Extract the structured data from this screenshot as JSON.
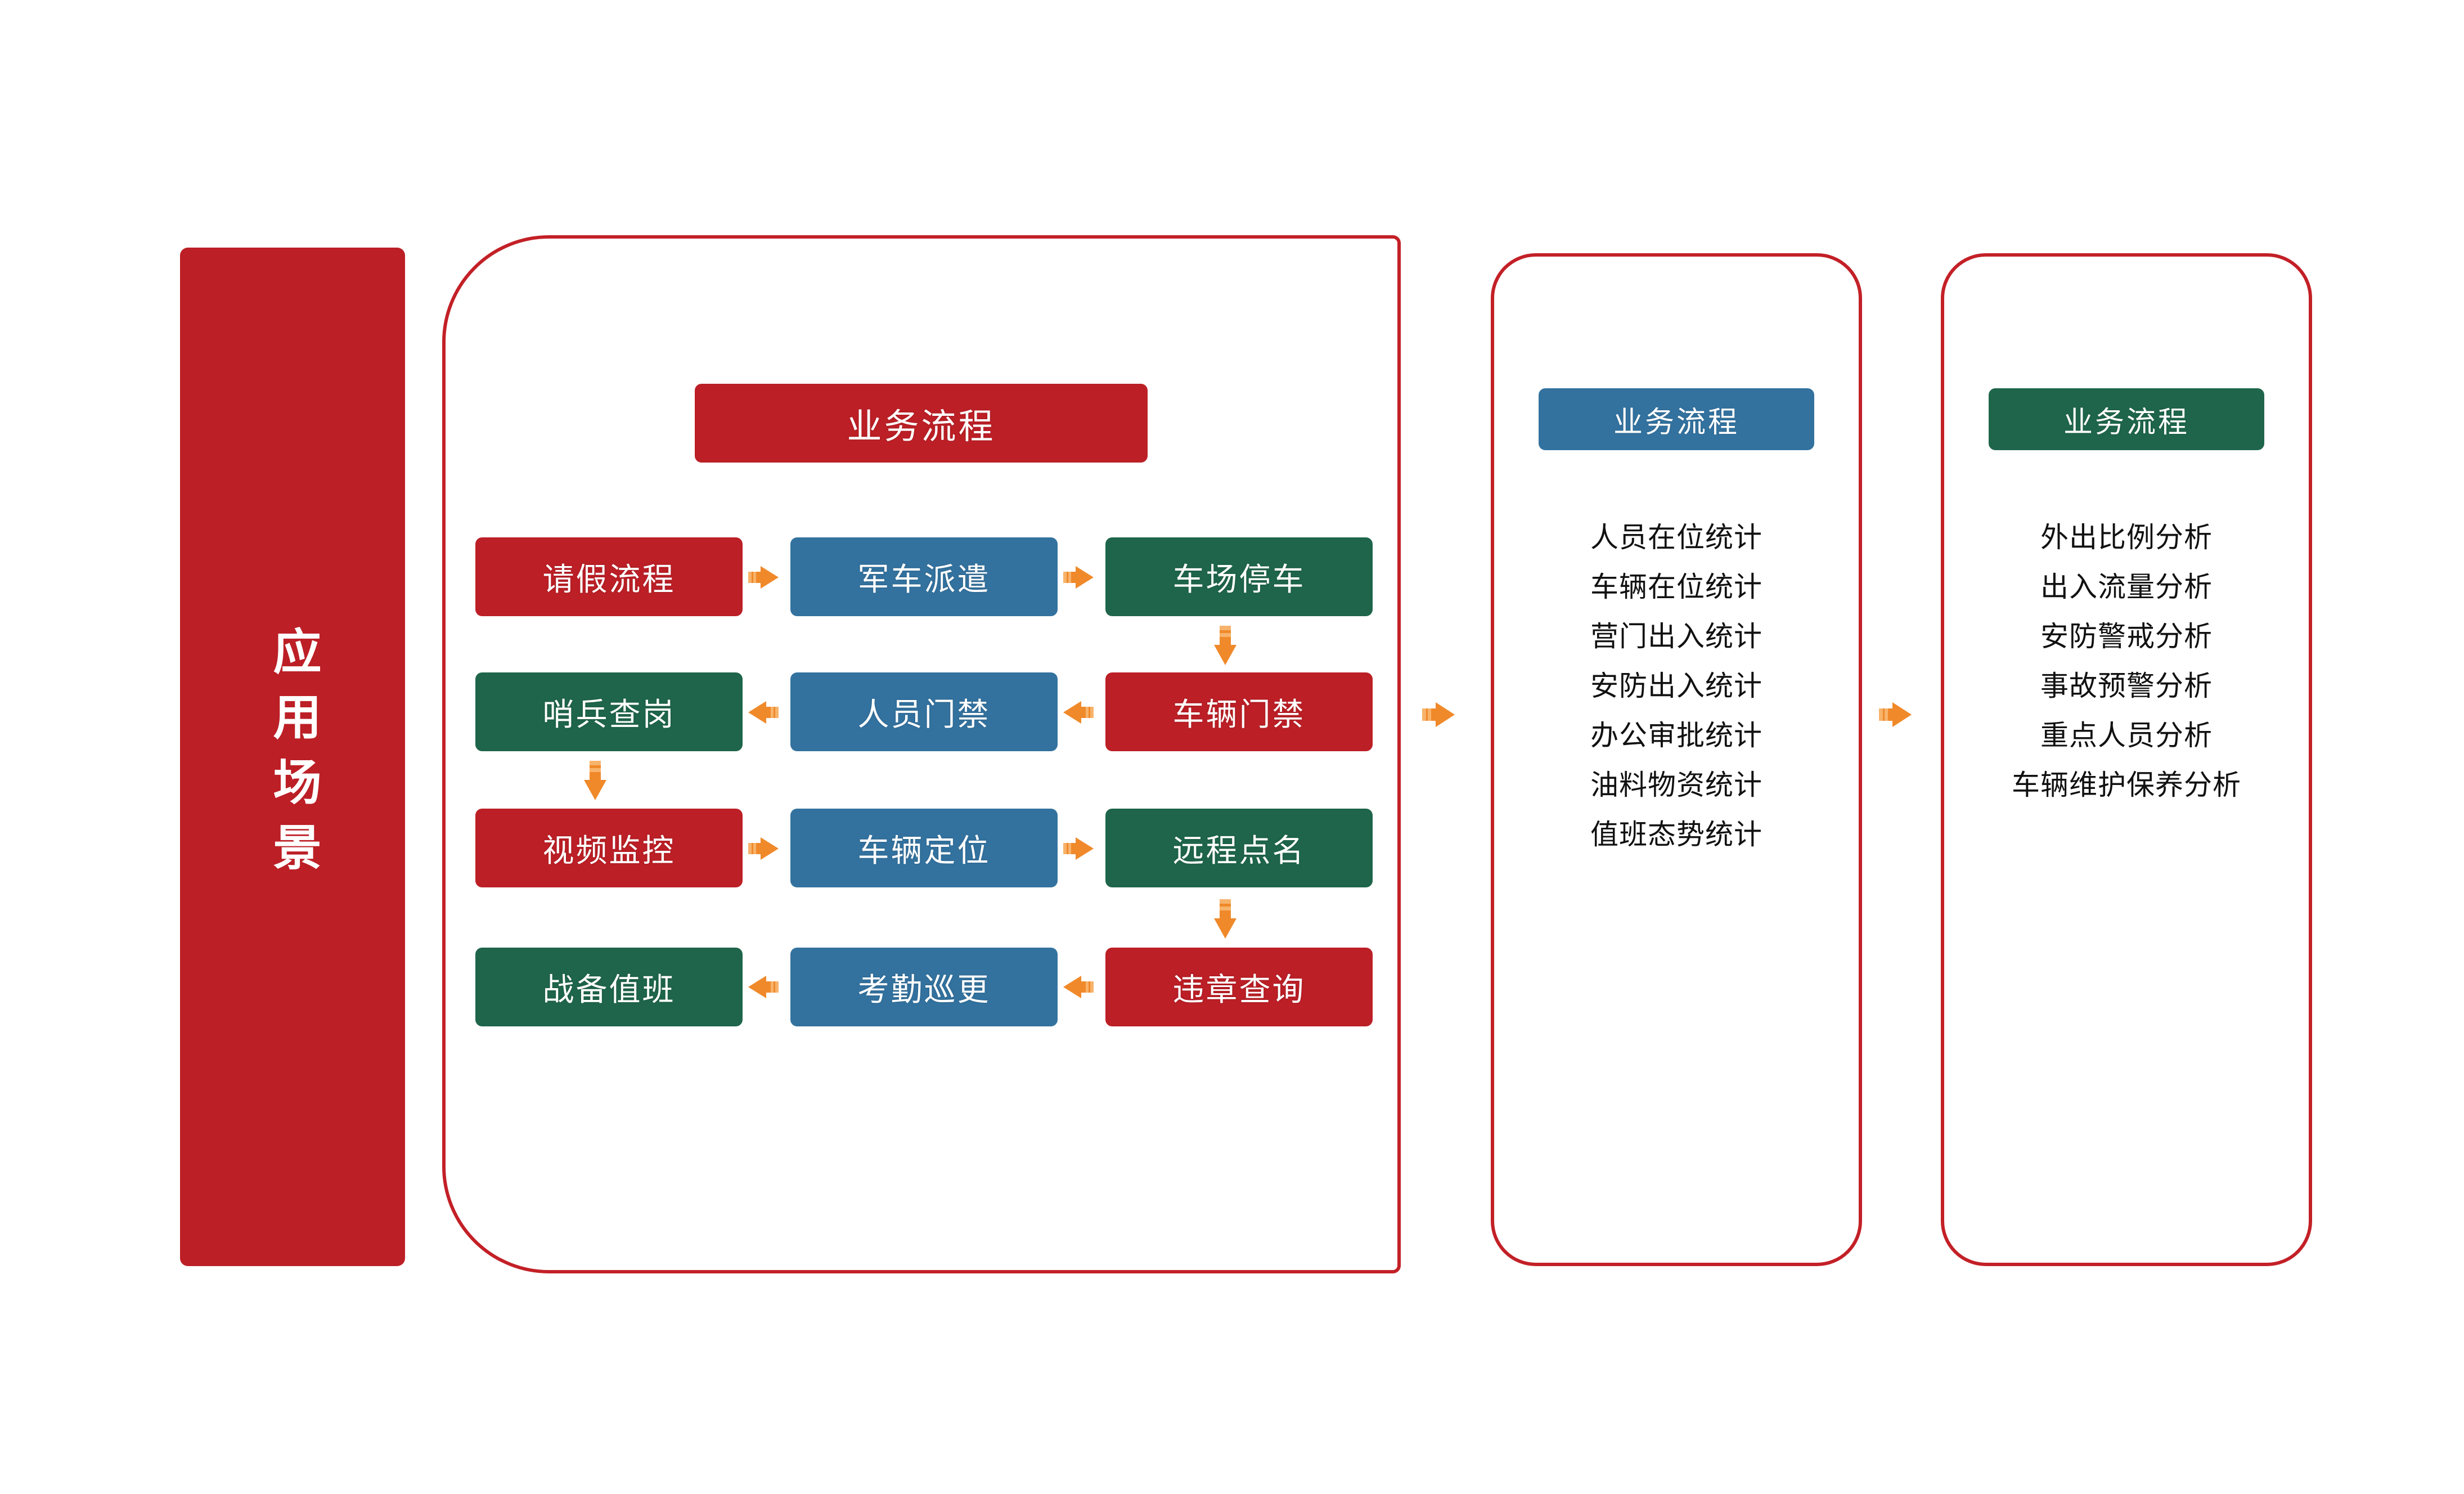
{
  "colors": {
    "red": "#BC1F26",
    "blue": "#33729F",
    "green": "#1E654B",
    "border_red": "#C32027",
    "arrow_orange": "#F0892A",
    "text_dark": "#111111",
    "text_light": "#FFFFFF",
    "background": "#FFFFFF"
  },
  "banner": {
    "label": "应用场景"
  },
  "flow_panel": {
    "header": "业务流程",
    "rows": [
      {
        "direction": "left-to-right",
        "boxes": [
          {
            "label": "请假流程",
            "color": "red"
          },
          {
            "label": "军车派遣",
            "color": "blue"
          },
          {
            "label": "车场停车",
            "color": "green"
          }
        ]
      },
      {
        "direction": "right-to-left",
        "boxes": [
          {
            "label": "哨兵查岗",
            "color": "green"
          },
          {
            "label": "人员门禁",
            "color": "blue"
          },
          {
            "label": "车辆门禁",
            "color": "red"
          }
        ]
      },
      {
        "direction": "left-to-right",
        "boxes": [
          {
            "label": "视频监控",
            "color": "red"
          },
          {
            "label": "车辆定位",
            "color": "blue"
          },
          {
            "label": "远程点名",
            "color": "green"
          }
        ]
      },
      {
        "direction": "right-to-left",
        "boxes": [
          {
            "label": "战备值班",
            "color": "green"
          },
          {
            "label": "考勤巡更",
            "color": "blue"
          },
          {
            "label": "违章查询",
            "color": "red"
          }
        ]
      }
    ],
    "connector_arrows": [
      {
        "name": "row1-col1-to-col2",
        "direction": "right"
      },
      {
        "name": "row1-col2-to-col3",
        "direction": "right"
      },
      {
        "name": "row1-col3-down-to-row2-col3",
        "direction": "down"
      },
      {
        "name": "row2-col3-to-col2",
        "direction": "left"
      },
      {
        "name": "row2-col2-to-col1",
        "direction": "left"
      },
      {
        "name": "row2-col1-down-to-row3-col1",
        "direction": "down"
      },
      {
        "name": "row3-col1-to-col2",
        "direction": "right"
      },
      {
        "name": "row3-col2-to-col3",
        "direction": "right"
      },
      {
        "name": "row3-col3-down-to-row4-col3",
        "direction": "down"
      },
      {
        "name": "row4-col3-to-col2",
        "direction": "left"
      },
      {
        "name": "row4-col2-to-col1",
        "direction": "left"
      }
    ]
  },
  "stats_panel": {
    "header": "业务流程",
    "items": [
      "人员在位统计",
      "车辆在位统计",
      "营门出入统计",
      "安防出入统计",
      "办公审批统计",
      "油料物资统计",
      "值班态势统计"
    ]
  },
  "analysis_panel": {
    "header": "业务流程",
    "items": [
      "外出比例分析",
      "出入流量分析",
      "安防警戒分析",
      "事故预警分析",
      "重点人员分析",
      "车辆维护保养分析"
    ]
  },
  "panel_arrows": [
    {
      "name": "flow-to-stats",
      "direction": "right"
    },
    {
      "name": "stats-to-analysis",
      "direction": "right"
    }
  ]
}
